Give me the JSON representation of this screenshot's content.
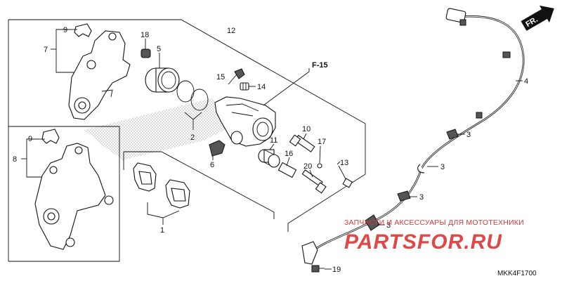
{
  "diagram": {
    "part_numbers": {
      "n1": "1",
      "n2": "2",
      "n3": "3",
      "n4": "4",
      "n5": "5",
      "n6": "6",
      "n7": "7",
      "n8": "8",
      "n9": "9",
      "n10": "10",
      "n11": "11",
      "n12": "12",
      "n13": "13",
      "n14": "14",
      "n15": "15",
      "n16": "16",
      "n17": "17",
      "n18": "18",
      "n19": "19",
      "n20": "20"
    },
    "reference": "F-15",
    "direction": "FR.",
    "drawing_code": "MKK4F1700"
  },
  "watermark": {
    "tagline": "ЗАПЧАСТИ И АКСЕССУАРЫ ДЛЯ МОТОТЕХНИКИ",
    "brand": "PARTSFOR.RU",
    "color": "#e04848"
  }
}
